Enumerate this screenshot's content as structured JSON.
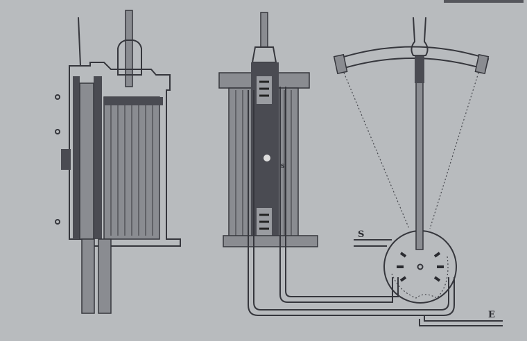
{
  "figure": {
    "labels": {
      "steam_inlet": "S",
      "exhaust": "E",
      "valve_mark": "s"
    },
    "colors": {
      "paper": "#b8bbbe",
      "ink": "#35363c"
    }
  }
}
